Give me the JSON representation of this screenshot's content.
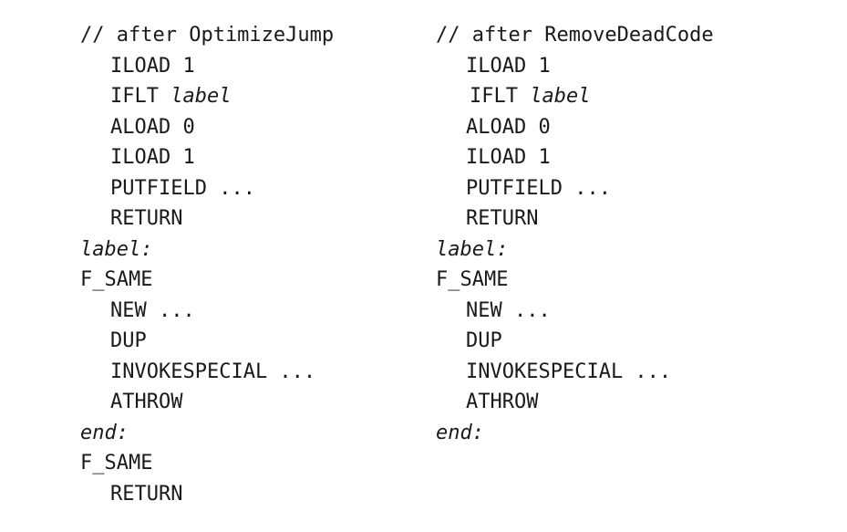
{
  "figure": {
    "background_color": "#ffffff",
    "text_color": "#1a1a1a",
    "columns": [
      {
        "id": "left",
        "comment": "// after OptimizeJump",
        "lines": [
          {
            "indent": 0,
            "style": "comment",
            "text": "// after OptimizeJump"
          },
          {
            "indent": 1,
            "style": "plain",
            "text": "ILOAD 1"
          },
          {
            "indent": 1,
            "style": "mnemonic",
            "mnemonic": "IFLT ",
            "operand": "label"
          },
          {
            "indent": 1,
            "style": "plain",
            "text": "ALOAD 0"
          },
          {
            "indent": 1,
            "style": "plain",
            "text": "ILOAD 1"
          },
          {
            "indent": 1,
            "style": "plain",
            "text": "PUTFIELD ..."
          },
          {
            "indent": 1,
            "style": "plain",
            "text": "RETURN"
          },
          {
            "indent": 0,
            "style": "label",
            "text": "label:"
          },
          {
            "indent": 0,
            "style": "plain",
            "text": "F_SAME"
          },
          {
            "indent": 1,
            "style": "plain",
            "text": "NEW ..."
          },
          {
            "indent": 1,
            "style": "plain",
            "text": "DUP"
          },
          {
            "indent": 1,
            "style": "plain",
            "text": "INVOKESPECIAL ..."
          },
          {
            "indent": 1,
            "style": "plain",
            "text": "ATHROW"
          },
          {
            "indent": 0,
            "style": "label",
            "text": "end:"
          },
          {
            "indent": 0,
            "style": "plain",
            "text": "F_SAME"
          },
          {
            "indent": 1,
            "style": "plain",
            "text": "RETURN"
          }
        ]
      },
      {
        "id": "right",
        "comment": "// after RemoveDeadCode",
        "lines": [
          {
            "indent": 0,
            "style": "comment",
            "text": "// after RemoveDeadCode"
          },
          {
            "indent": 1,
            "style": "plain",
            "text": "ILOAD 1"
          },
          {
            "indent": 1,
            "style": "mnemonic",
            "kern": true,
            "mnemonic": "IFLT ",
            "operand": "label"
          },
          {
            "indent": 1,
            "style": "plain",
            "text": "ALOAD 0"
          },
          {
            "indent": 1,
            "style": "plain",
            "text": "ILOAD 1"
          },
          {
            "indent": 1,
            "style": "plain",
            "text": "PUTFIELD ..."
          },
          {
            "indent": 1,
            "style": "plain",
            "text": "RETURN"
          },
          {
            "indent": 0,
            "style": "label",
            "text": "label:"
          },
          {
            "indent": 0,
            "style": "plain",
            "text": "F_SAME"
          },
          {
            "indent": 1,
            "style": "plain",
            "text": "NEW ..."
          },
          {
            "indent": 1,
            "style": "plain",
            "text": "DUP"
          },
          {
            "indent": 1,
            "style": "plain",
            "text": "INVOKESPECIAL ..."
          },
          {
            "indent": 1,
            "style": "plain",
            "text": "ATHROW"
          },
          {
            "indent": 0,
            "style": "label",
            "text": "end:"
          }
        ]
      }
    ]
  }
}
